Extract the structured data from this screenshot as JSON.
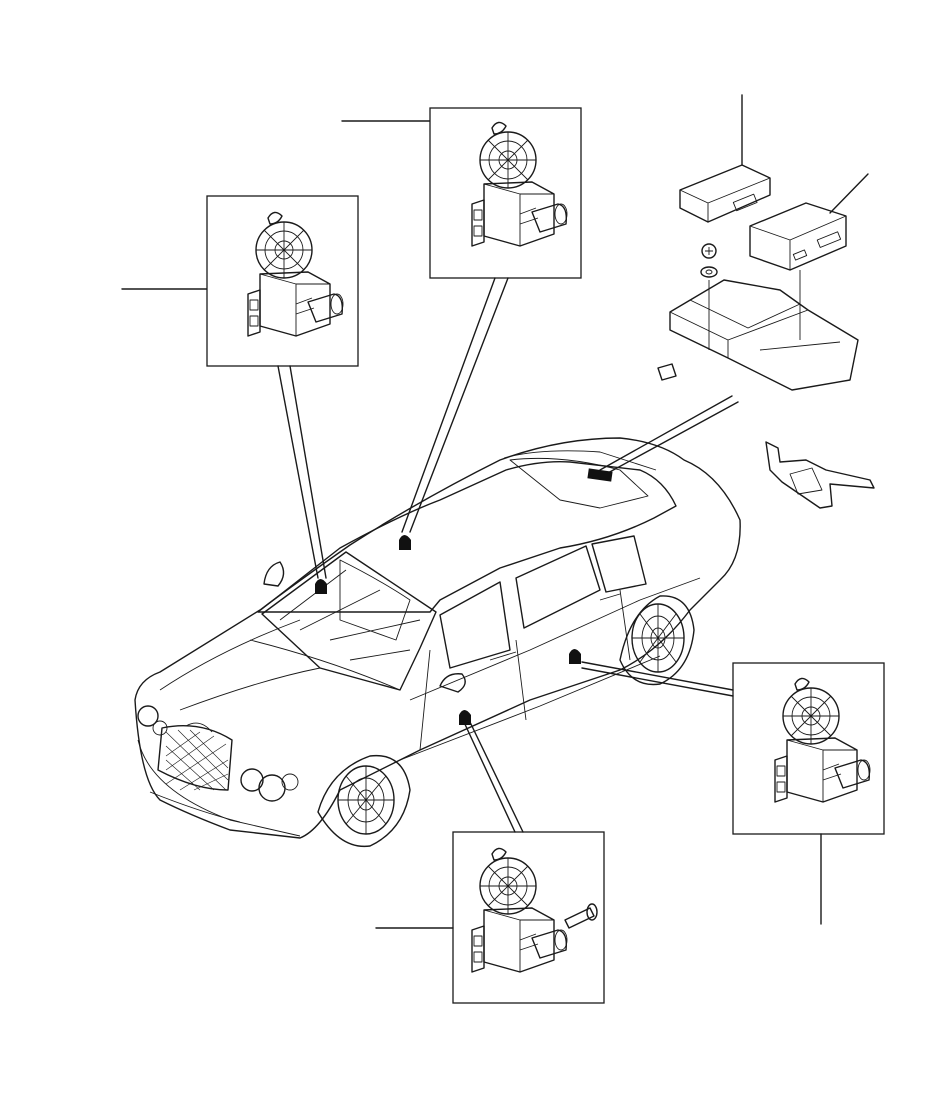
{
  "diagram": {
    "colors": {
      "line": "#1a1a1a",
      "fill": "#ffffff",
      "marker": "#111111"
    },
    "callout_boxes": [
      {
        "id": "front-left",
        "icon": "window-regulator-motor-icon"
      },
      {
        "id": "front-right",
        "icon": "window-regulator-motor-icon"
      },
      {
        "id": "rear-right",
        "icon": "window-regulator-motor-icon"
      },
      {
        "id": "rear-left",
        "icon": "window-regulator-motor-icon",
        "extra": "bolt-icon"
      }
    ],
    "parts": [
      {
        "id": "control-module-upper",
        "icon": "control-module-icon"
      },
      {
        "id": "control-module-lower",
        "icon": "control-module-icon"
      },
      {
        "id": "mounting-tray",
        "icon": "tray-icon"
      },
      {
        "id": "mounting-bracket",
        "icon": "bracket-icon"
      }
    ],
    "vehicle": {
      "icon": "sedan-car-icon"
    }
  }
}
